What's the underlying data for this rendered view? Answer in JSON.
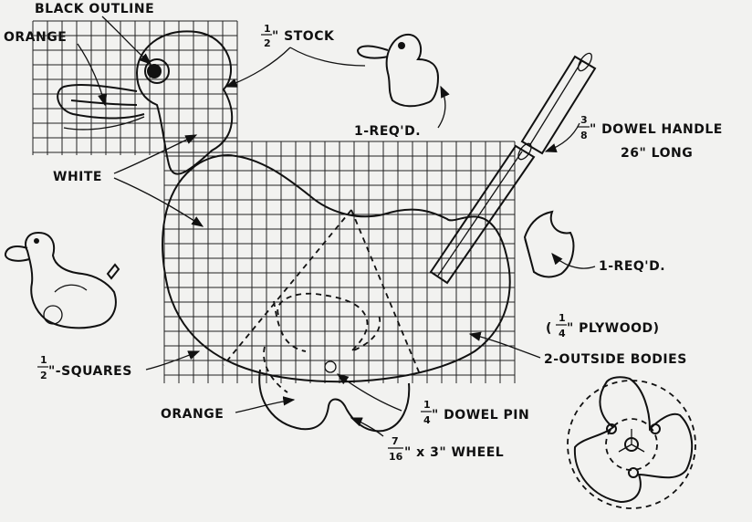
{
  "labels": {
    "black_outline": "BLACK OUTLINE",
    "orange_top": "ORANGE",
    "half_stock_num": "1",
    "half_stock_den": "2",
    "half_stock_text": "\" STOCK",
    "white": "WHITE",
    "req_top": "1-REQ'D.",
    "dowel_handle_num": "3",
    "dowel_handle_den": "8",
    "dowel_handle_text": "\" DOWEL HANDLE",
    "dowel_handle_length": "26\" LONG",
    "req_right": "1-REQ'D.",
    "plywood_open": "(",
    "plywood_num": "1",
    "plywood_den": "4",
    "plywood_text": "\" PLYWOOD)",
    "outside_bodies": "2-OUTSIDE BODIES",
    "squares_num": "1",
    "squares_den": "2",
    "squares_text": "\"-SQUARES",
    "orange_bottom": "ORANGE",
    "dowel_pin_num": "1",
    "dowel_pin_den": "4",
    "dowel_pin_text": "\" DOWEL PIN",
    "wheel_num": "7",
    "wheel_den": "16",
    "wheel_text": "\" x 3\" WHEEL"
  },
  "colors": {
    "ink": "#111111",
    "paper": "#f2f2f0"
  }
}
